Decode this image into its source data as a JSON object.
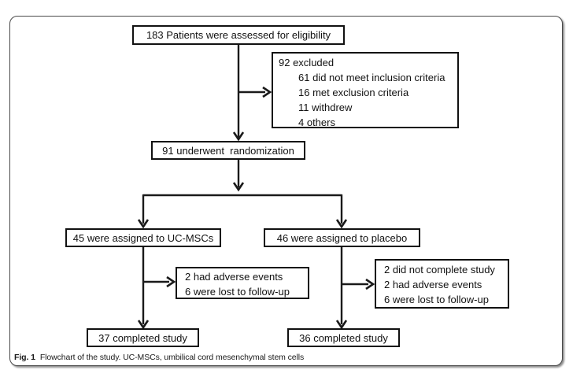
{
  "figure": {
    "caption_label": "Fig. 1",
    "caption_text": "Flowchart of the study. UC-MSCs, umbilical cord mesenchymal stem cells"
  },
  "flowchart": {
    "eligibility": {
      "text": "183 Patients were assessed for eligibility"
    },
    "excluded": {
      "title": "92 excluded",
      "items": [
        "61 did not meet inclusion criteria",
        "16 met exclusion criteria",
        "11 withdrew",
        "4 others"
      ]
    },
    "randomization": {
      "text": "91 underwent  randomization"
    },
    "ucmsc_arm": {
      "text": "45 were assigned to UC-MSCs"
    },
    "placebo_arm": {
      "text": "46 were assigned to placebo"
    },
    "ucmsc_dropout": {
      "lines": [
        "2 had adverse events",
        "6 were lost to follow-up"
      ]
    },
    "placebo_dropout": {
      "lines": [
        "2 did not complete study",
        "2 had adverse events",
        "6 were lost to follow-up"
      ]
    },
    "ucmsc_completed": {
      "text": "37 completed study"
    },
    "placebo_completed": {
      "text": "36 completed study"
    }
  }
}
